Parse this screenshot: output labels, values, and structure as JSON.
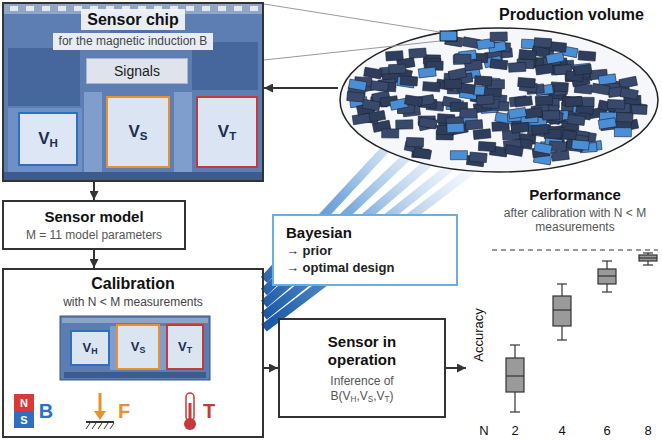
{
  "diagram": {
    "nodes": [
      {
        "text": [
          "Sensor chip",
          "for the magnetic induction B"
        ]
      },
      {
        "text": [
          "Signals"
        ],
        "in": 0
      },
      {
        "text": [
          "VH"
        ],
        "in": 0
      },
      {
        "text": [
          "VS"
        ],
        "in": 0
      },
      {
        "text": [
          "VT"
        ],
        "in": 0
      },
      {
        "text": [
          "Production volume"
        ]
      },
      {
        "text": [
          "Sensor model",
          "M = 11 model parameters"
        ]
      },
      {
        "text": [
          "Bayesian",
          "→ prior",
          "→ optimal design"
        ]
      },
      {
        "text": [
          "Calibration",
          "with N < M measurements"
        ]
      },
      {
        "text": [
          "VH"
        ],
        "in": 8
      },
      {
        "text": [
          "VS"
        ],
        "in": 8
      },
      {
        "text": [
          "VT"
        ],
        "in": 8
      },
      {
        "text": [
          "Sensor in operation",
          "Inference of B(VH,VS,VT)"
        ]
      },
      {
        "text": [
          "Performance",
          "after calibration with N < M measurements"
        ]
      }
    ],
    "edges": [
      {
        "from": 5,
        "to": 0,
        "arrow": "to"
      },
      {
        "from": 0,
        "to": 6,
        "arrow": "to"
      },
      {
        "from": 6,
        "to": 8,
        "arrow": "to"
      },
      {
        "from": 8,
        "to": 12,
        "arrow": "to"
      },
      {
        "from": 12,
        "to": 13,
        "arrow": "to"
      }
    ],
    "labels": [
      "N",
      "S",
      "B",
      "F",
      "T",
      "Accuracy",
      "N",
      "2",
      "4",
      "6",
      "8"
    ]
  }
}
